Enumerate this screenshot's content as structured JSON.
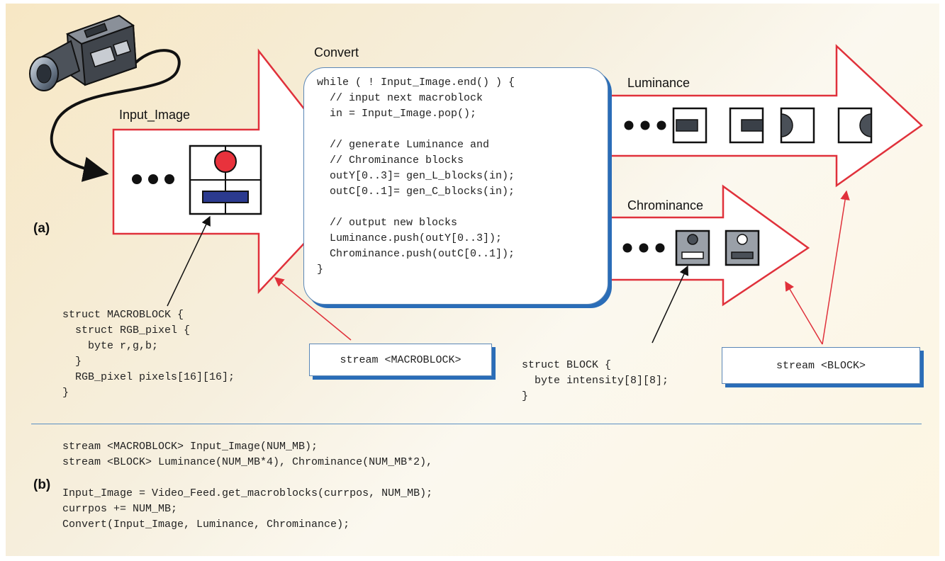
{
  "labels": {
    "convert": "Convert",
    "input_image": "Input_Image",
    "luminance": "Luminance",
    "chrominance": "Chrominance",
    "part_a": "(a)",
    "part_b": "(b)"
  },
  "convert_code": "while ( ! Input_Image.end() ) {\n  // input next macroblock\n  in = Input_Image.pop();\n\n  // generate Luminance and\n  // Chrominance blocks\n  outY[0..3]= gen_L_blocks(in);\n  outC[0..1]= gen_C_blocks(in);\n\n  // output new blocks\n  Luminance.push(outY[0..3]);\n  Chrominance.push(outC[0..1]);\n}",
  "macroblock_struct": "struct MACROBLOCK {\n  struct RGB_pixel {\n    byte r,g,b;\n  }\n  RGB_pixel pixels[16][16];\n}",
  "block_struct": "struct BLOCK {\n  byte intensity[8][8];\n}",
  "stream_macroblock": "stream <MACROBLOCK>",
  "stream_block": "stream <BLOCK>",
  "part_b_code": "stream <MACROBLOCK> Input_Image(NUM_MB);\nstream <BLOCK> Luminance(NUM_MB*4), Chrominance(NUM_MB*2),\n\nInput_Image = Video_Feed.get_macroblocks(currpos, NUM_MB);\ncurrpos += NUM_MB;\nConvert(Input_Image, Luminance, Chrominance);",
  "ellipsis": "• • •",
  "icons": [
    "video-camera-icon"
  ],
  "colors": {
    "arrow_outline": "#e0313b",
    "connector": "#e0313b",
    "codebox_shadow": "#2a6db8",
    "macroblock_circle": "#e8323c",
    "macroblock_bar": "#2b3a8f",
    "divider": "#5a8fc2"
  }
}
